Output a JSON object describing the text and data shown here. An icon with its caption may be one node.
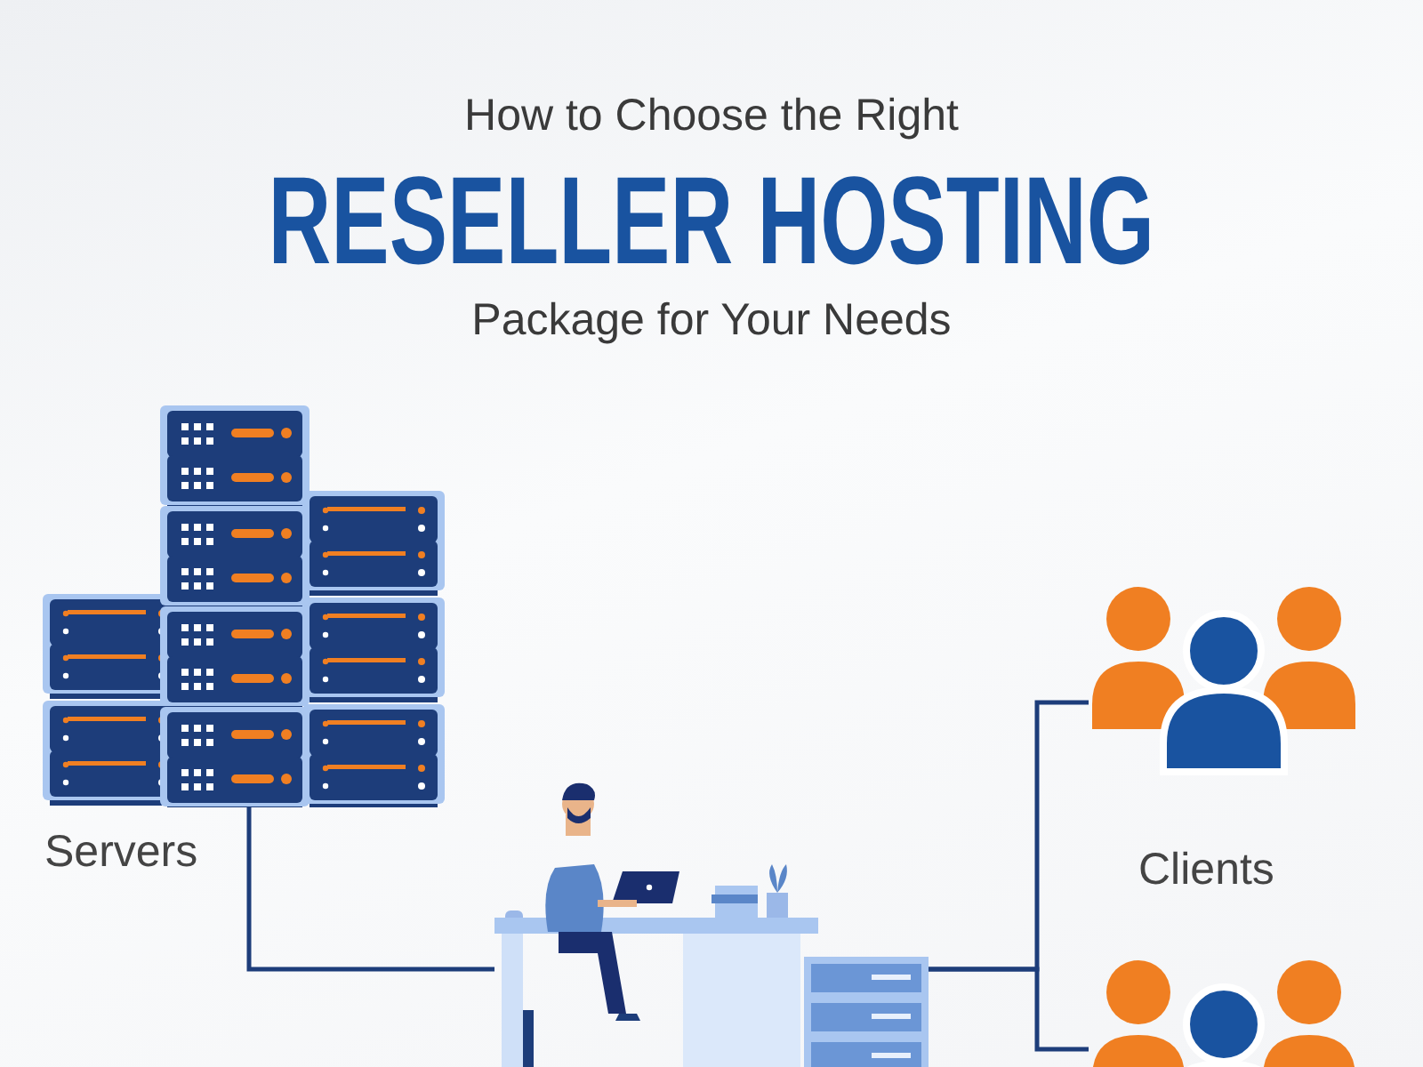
{
  "diagram": {
    "title": "RESELLER HOSTING",
    "nodes": [
      {
        "text": [],
        "shape": "picture",
        "beside": [
          "Servers"
        ]
      },
      {
        "text": [],
        "shape": "picture"
      },
      {
        "text": [],
        "shape": "picture",
        "beside": [
          "Clients"
        ]
      },
      {
        "text": [],
        "shape": "picture"
      }
    ],
    "edges": [
      {
        "from": 0,
        "to": 1,
        "arrow": "none"
      },
      {
        "from": 1,
        "to": 2,
        "arrow": "none"
      },
      {
        "from": 1,
        "to": 3,
        "arrow": "none"
      }
    ],
    "labels": [
      "How to Choose the Right",
      "Package for Your Needs"
    ]
  }
}
